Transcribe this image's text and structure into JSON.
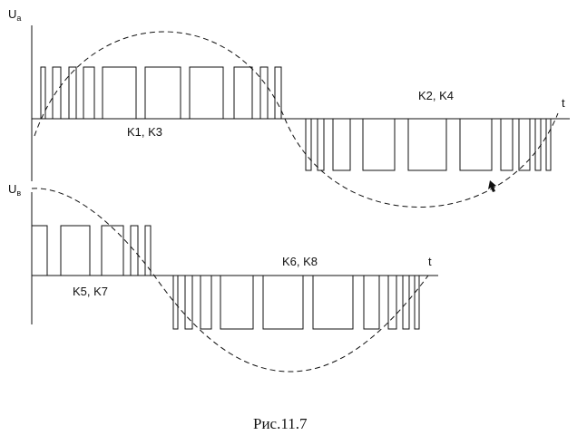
{
  "figure": {
    "caption": "Рис.11.7",
    "line_color": "#111111",
    "background": "#ffffff"
  },
  "plot_a": {
    "axis_main": "U",
    "axis_sub": "a",
    "time_label": "t",
    "positive_label": "K1, K3",
    "negative_label": "K2, K4"
  },
  "plot_b": {
    "axis_main": "U",
    "axis_sub": "в",
    "time_label": "t",
    "positive_label": "K5, K7",
    "negative_label": "K6, K8"
  }
}
